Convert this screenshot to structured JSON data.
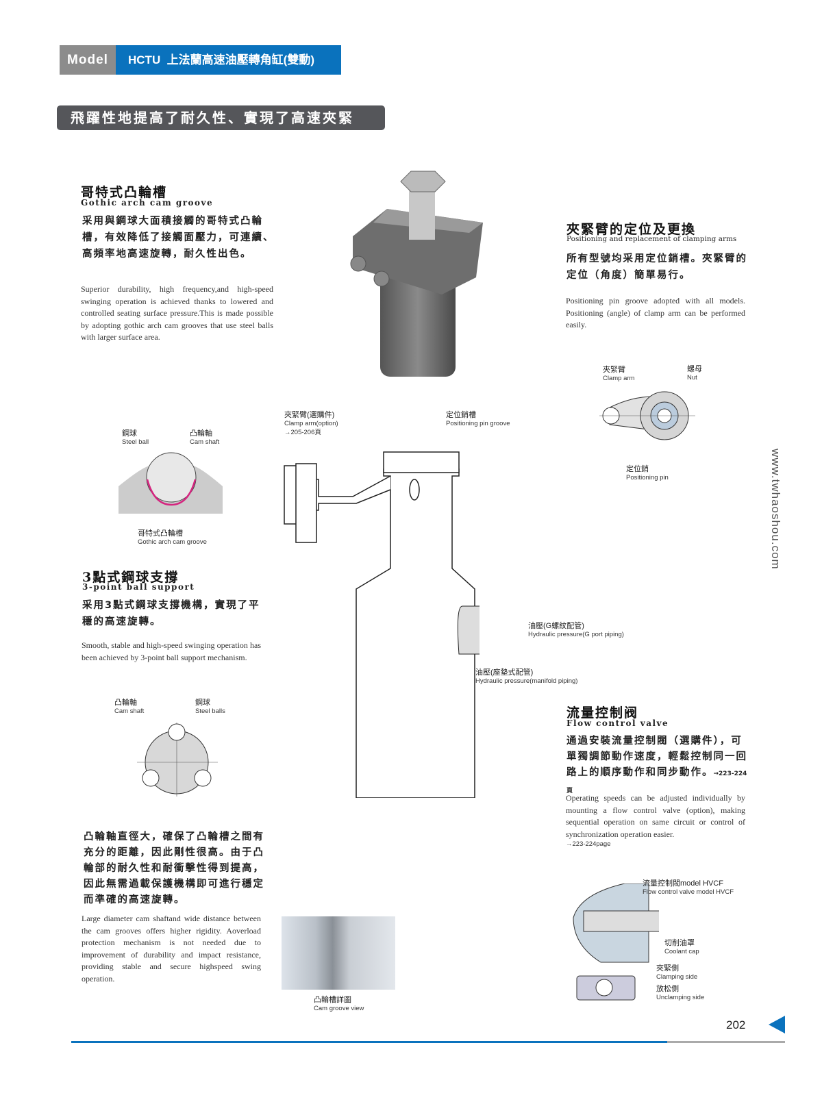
{
  "header": {
    "model_label": "Model",
    "model_title": "HCTU  上法蘭高速油壓轉角缸(雙動)",
    "banner": "飛躍性地提高了耐久性、實現了高速夾緊"
  },
  "sections": {
    "gothic": {
      "title_cn": "哥特式凸輪槽",
      "title_en": "Gothic arch cam groove",
      "body_cn": "采用與鋼球大面積接觸的哥特式凸輪槽，有效降低了接觸面壓力，可連續、高頻率地高速旋轉，耐久性出色。",
      "body_en": "Superior durability, high frequency,and high-speed swinging operation is achieved thanks to lowered and controlled seating surface pressure.This is made possible by adopting gothic arch cam grooves that use steel balls with larger surface area."
    },
    "positioning": {
      "title_cn": "夾緊臂的定位及更換",
      "title_en": "Positioning and replacement of clamping arms",
      "body_cn": "所有型號均采用定位銷槽。夾緊臂的定位（角度）簡單易行。",
      "body_en": "Positioning pin groove adopted with all models. Positioning (angle) of clamp arm can be performed easily."
    },
    "three_point": {
      "title_cn": "3點式鋼球支撐",
      "title_en": "3-point ball support",
      "body_cn": "采用3點式鋼球支撐機構，實現了平穩的高速旋轉。",
      "body_en": "Smooth, stable and high-speed swinging operation has been achieved by 3-point ball support mechanism."
    },
    "cam_shaft": {
      "body_cn": "凸輪軸直徑大，確保了凸輪槽之間有充分的距離，因此剛性很高。由于凸輪部的耐久性和耐衝擊性得到提高，因此無需過載保護機構即可進行穩定而準確的高速旋轉。",
      "body_en": "Large diameter cam shaftand wide distance between the cam grooves offers higher rigidity. Aoverload protection mechanism is not needed due to improvement of durability and impact resistance, providing stable and secure highspeed swing operation."
    },
    "flow": {
      "title_cn": "流量控制阀",
      "title_en": "Flow control valve",
      "body_cn": "通過安裝流量控制閥（選購件），可單獨調節動作速度，輕鬆控制同一回路上的順序動作和同步動作。",
      "body_cn_ref": "→223-224頁",
      "body_en": "Operating speeds can be adjusted individually by mounting a flow control valve (option), making sequential operation on same circuit or control of synchronization operation easier.",
      "ref_en": "→223-224page"
    }
  },
  "labels": {
    "steel_ball_cn": "鋼球",
    "steel_ball_en": "Steel ball",
    "cam_shaft_cn": "凸輪軸",
    "cam_shaft_en": "Cam shaft",
    "gothic_cn": "哥特式凸輪槽",
    "gothic_en": "Gothic arch cam groove",
    "clamp_arm_opt_cn": "夾緊臂(選購件)",
    "clamp_arm_opt_en": "Clamp arm(option)",
    "clamp_arm_ref": "→205-206頁",
    "pin_groove_cn": "定位銷槽",
    "pin_groove_en": "Positioning pin groove",
    "clamp_arm_cn": "夾緊臂",
    "clamp_arm_en": "Clamp arm",
    "nut_cn": "螺母",
    "nut_en": "Nut",
    "pin_cn": "定位銷",
    "pin_en": "Positioning pin",
    "hyd_g_cn": "油壓(G螺紋配管)",
    "hyd_g_en": "Hydraulic pressure(G port piping)",
    "hyd_m_cn": "油壓(座墊式配管)",
    "hyd_m_en": "Hydraulic pressure(manifold piping)",
    "cam_shaft2_cn": "凸輪軸",
    "cam_shaft2_en": "Cam shaft",
    "steel_balls_cn": "鋼球",
    "steel_balls_en": "Steel balls",
    "groove_view_cn": "凸輪槽詳圖",
    "groove_view_en": "Cam groove view",
    "fcv_cn": "流量控制閥model HVCF",
    "fcv_en": "Flow control valve  model HVCF",
    "coolant_cn": "切削油罩",
    "coolant_en": "Coolant cap",
    "clamp_side_cn": "夾緊側",
    "clamp_side_en": "Clamping side",
    "unclamp_cn": "放松側",
    "unclamp_en": "Unclamping side"
  },
  "footer": {
    "page_number": "202",
    "website": "www.twhaoshou.com"
  },
  "colors": {
    "blue": "#0a72bd",
    "gray": "#8c8c8c",
    "banner": "#55565a",
    "magenta": "#d4257f"
  }
}
